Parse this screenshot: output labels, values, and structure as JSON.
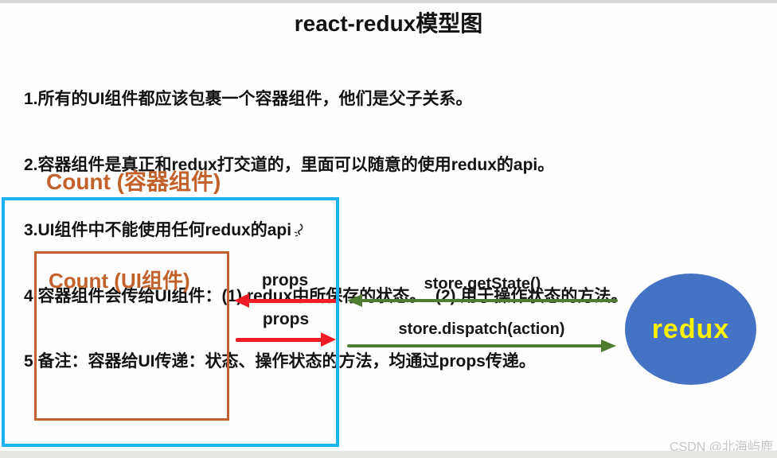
{
  "title": "react-redux模型图",
  "notes": [
    "1.所有的UI组件都应该包裹一个容器组件，他们是父子关系。",
    "2.容器组件是真正和redux打交道的，里面可以随意的使用redux的api。",
    "3.UI组件中不能使用任何redux的api",
    "4.容器组件会传给UI组件：(1).redux中所保存的状态。  (2).用于操作状态的方法。",
    "5.备注：容器给UI传递：状态、操作状态的方法，均通过props传递。"
  ],
  "container_box": {
    "label": "Count (容器组件)"
  },
  "ui_box": {
    "label": "Count (UI组件)"
  },
  "arrows": {
    "props_to_ui": "props",
    "props_from_ui": "props",
    "get_state": "store.getState()",
    "dispatch": "store.dispatch(action)"
  },
  "redux": {
    "label": "redux"
  },
  "watermark": "CSDN @北海屿鹿",
  "colors": {
    "container_border": "#1ab2f0",
    "ui_border": "#c2612b",
    "component_label_text": "#c2612b",
    "props_arrow": "#ee1c25",
    "store_arrow": "#4e7c31",
    "redux_fill": "#4472c4",
    "redux_text": "#fdf300"
  }
}
